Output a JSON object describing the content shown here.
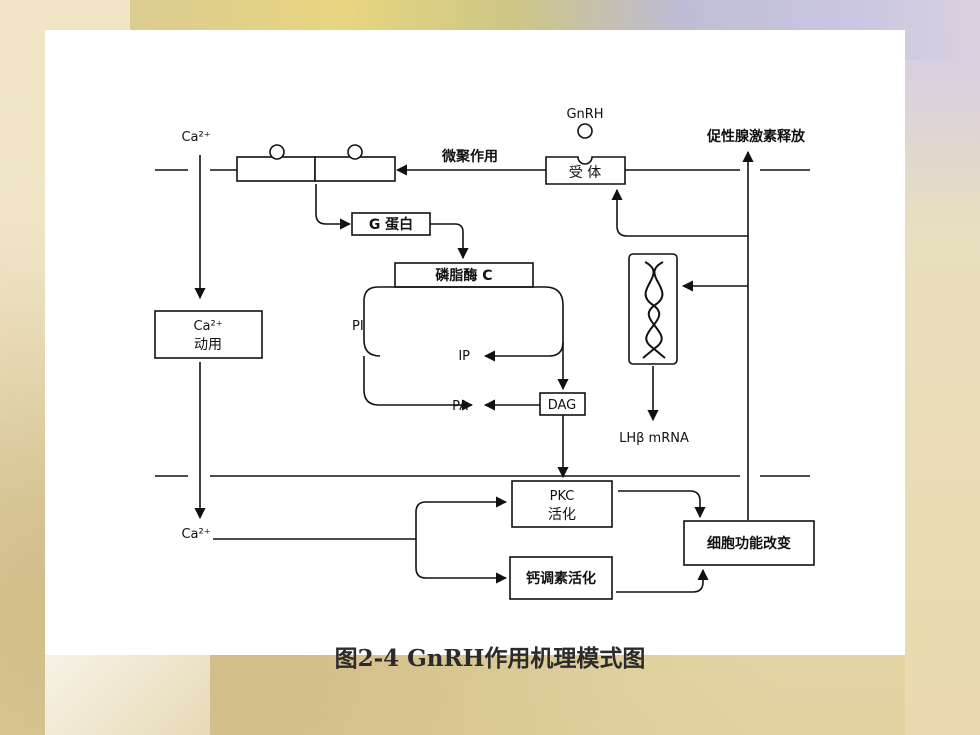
{
  "diagram": {
    "gnrh_label": "GnRH",
    "release_label": "促性腺激素释放",
    "ca_top_label": "Ca²⁺",
    "microaggregation_label": "微聚作用",
    "receptor_label": "受 体",
    "g_protein_label": "G 蛋白",
    "plc_label": "磷脂酶 C",
    "pi_label": "PI",
    "ip_label": "IP",
    "pa_label": "PA",
    "dag_label": "DAG",
    "ca_mobilize_label_1": "Ca²⁺",
    "ca_mobilize_label_2": "动用",
    "lh_mrna_label": "LHβ mRNA",
    "pkc_label_1": "PKC",
    "pkc_label_2": "活化",
    "ca_bottom_label": "Ca²⁺",
    "cell_change_label": "细胞功能改变",
    "calmodulin_label": "钙调素活化"
  },
  "caption": "图2-4  GnRH作用机理模式图"
}
